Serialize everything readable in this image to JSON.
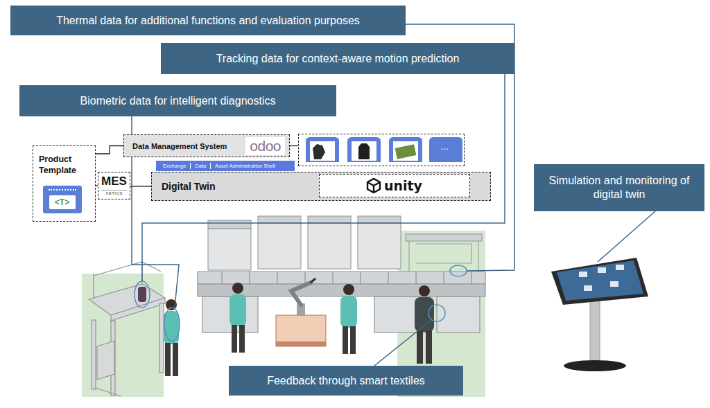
{
  "diagram": {
    "nodes": [
      {
        "text": [
          "Thermal data for additional functions and evaluation purposes"
        ]
      },
      {
        "text": [
          "Tracking data for context-aware motion prediction"
        ]
      },
      {
        "text": [
          "Biometric data for intelligent diagnostics"
        ]
      },
      {
        "text": [
          "Product Template"
        ]
      },
      {
        "text": [
          "<T>"
        ],
        "in": 3
      },
      {
        "text": [
          "Data Management System",
          "odoo"
        ]
      },
      {
        "text": [
          "..."
        ]
      },
      {
        "text": [
          "MES",
          "XETICS"
        ]
      },
      {
        "text": [
          "Exchange",
          "Data",
          "Asset Administration Shell"
        ]
      },
      {
        "text": [
          "Digital Twin"
        ]
      },
      {
        "text": [
          "unity"
        ],
        "in": 9
      },
      {
        "text": [
          "Simulation and monitoring of digital twin"
        ]
      },
      {
        "text": [
          "Feedback through smart textiles"
        ]
      }
    ],
    "edges": [
      {
        "from": 3,
        "to": 5,
        "arrow": "none"
      },
      {
        "from": 5,
        "to": 6,
        "arrow": "none"
      },
      {
        "from": 3,
        "to": 7,
        "arrow": "none"
      },
      {
        "from": 7,
        "to": 9,
        "arrow": "none"
      }
    ]
  }
}
